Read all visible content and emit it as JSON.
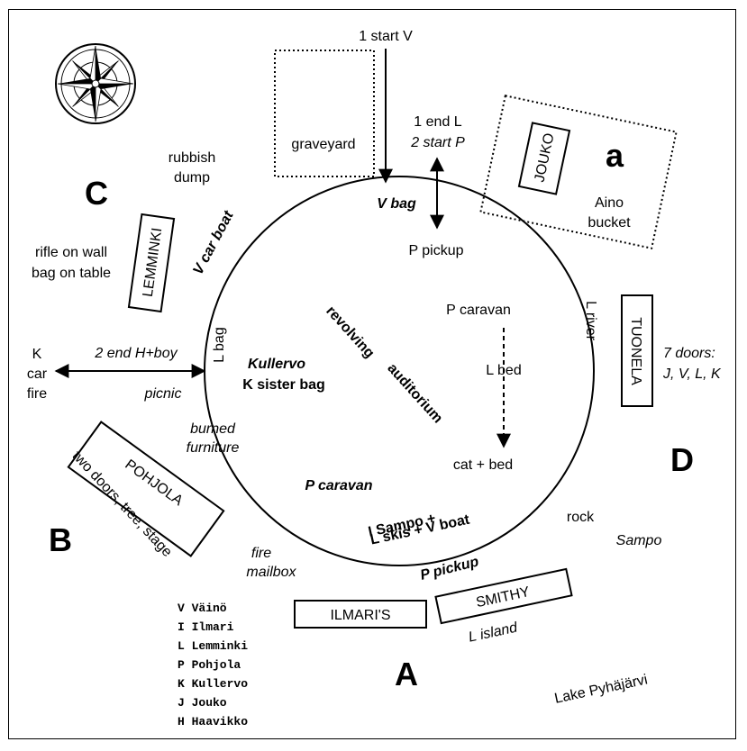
{
  "compass": {
    "icon": "compass-rose-icon"
  },
  "top": {
    "start_v": "1 start V",
    "graveyard": "graveyard",
    "end_l": "1 end L",
    "start_p": "2 start P",
    "v_bag": "V bag",
    "p_pickup": "P pickup"
  },
  "jouko_area": {
    "jouko": "JOUKO",
    "letter": "a",
    "aino": "Aino",
    "bucket": "bucket"
  },
  "left_area": {
    "letter_c": "C",
    "rubbish": "rubbish",
    "dump": "dump",
    "lemminki": "LEMMINKI",
    "v_car_boat": "V car boat",
    "rifle": "rifle on wall",
    "bag_table": "bag on table",
    "k": "K",
    "car": "car",
    "fire": "fire",
    "end_h_boy": "2 end H+boy",
    "l_bag": "L bag",
    "picnic": "picnic"
  },
  "center": {
    "revolving": "revolving",
    "auditorium": "auditorium",
    "kullervo": "Kullervo",
    "k_sister_bag": "K sister bag",
    "burned": "burned",
    "furniture": "furniture",
    "p_caravan_italic": "P caravan",
    "sampo_line1": "I Sampo +",
    "sampo_line2": "L skis + V boat",
    "p_pickup_bottom": "P pickup",
    "p_caravan": "P caravan",
    "l_bed": "L bed",
    "cat_bed": "cat + bed"
  },
  "right_area": {
    "l_river": "L river",
    "tuonela": "TUONELA",
    "seven_doors": "7 doors:",
    "doors_list": "J, V, L, K",
    "letter_d": "D",
    "rock": "rock",
    "sampo": "Sampo"
  },
  "bottom_left": {
    "pohjola": "POHJOLA",
    "pohjola_desc": "two doors, tree, stage",
    "letter_b": "B",
    "fire": "fire",
    "mailbox": "mailbox"
  },
  "bottom": {
    "ilmaris": "ILMARI'S",
    "smithy": "SMITHY",
    "l_island": "L island",
    "letter_a": "A",
    "lake": "Lake Pyhäjärvi"
  },
  "legend": [
    "V Väinö",
    "I Ilmari",
    "L Lemminki",
    "P Pohjola",
    "K Kullervo",
    "J Jouko",
    "H Haavikko"
  ]
}
